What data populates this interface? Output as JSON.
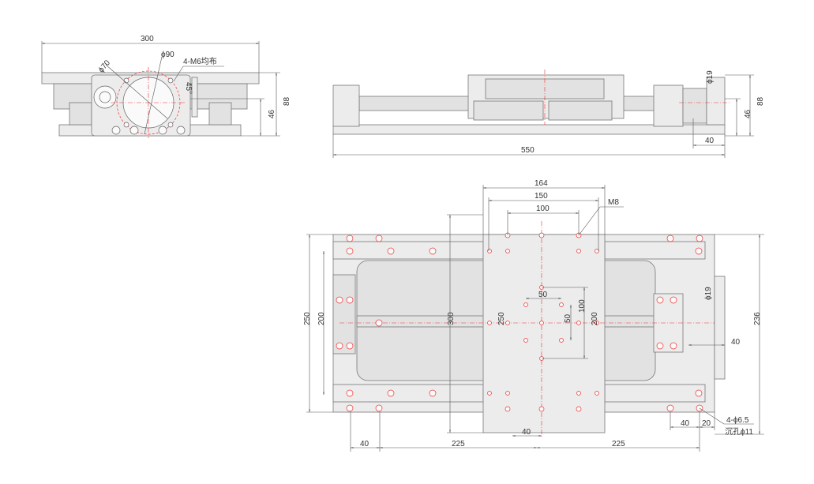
{
  "front_view": {
    "width": "300",
    "dia_large": "ϕ90",
    "dia_small": "ϕ70",
    "holes": "4-M6均布",
    "angle": "45°",
    "height_total": "88",
    "height_mid": "46"
  },
  "side_view": {
    "shaft_dia": "ϕ19",
    "height_total": "88",
    "height_mid": "46",
    "motor_offset": "40",
    "length": "550"
  },
  "plan_view": {
    "carriage_width": "164",
    "hole_span_150": "150",
    "hole_span_100": "100",
    "thread": "M8",
    "inner_50_h": "50",
    "inner_100_v": "100",
    "inner_50_v": "50",
    "inner_200_v": "200",
    "carriage_250": "250",
    "carriage_length": "300",
    "base_width": "250",
    "rail_span": "200",
    "overall_236": "236",
    "shaft_dia": "ϕ19",
    "motor_offset": "40",
    "edge_40": "40",
    "edge_20": "20",
    "mount_holes": "4-ϕ6.5",
    "counterbore": "沉孔ϕ11",
    "bottom_40_left": "40",
    "bottom_225_left": "225",
    "center_40": "40",
    "bottom_225_right": "225"
  }
}
